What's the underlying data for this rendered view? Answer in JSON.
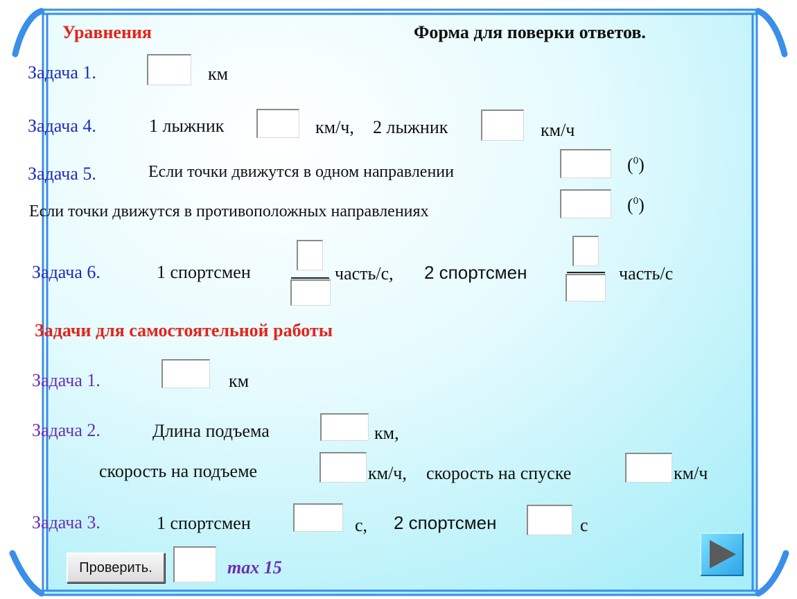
{
  "header": {
    "section_title": "Уравнения",
    "form_title": "Форма для поверки ответов."
  },
  "part1": {
    "task1": {
      "label": "Задача 1.",
      "unit": "км"
    },
    "task4": {
      "label": "Задача 4.",
      "skier1": "1 лыжник",
      "unit1": "км/ч,",
      "skier2": "2 лыжник",
      "unit2": "км/ч"
    },
    "task5": {
      "label": "Задача 5.",
      "same_dir": "Если точки движутся в одном направлении",
      "opposite_dir": "Если точки движутся в противоположных направлениях",
      "deg_open": "(",
      "deg_sup": "0",
      "deg_close": ")"
    },
    "task6": {
      "label": "Задача 6.",
      "sport1": "1 спортсмен",
      "unit1": "часть/с,",
      "sport2": "2 спортсмен",
      "unit2": "часть/с"
    }
  },
  "part2": {
    "title": "Задачи для самостоятельной работы",
    "task1": {
      "label": "Задача 1.",
      "unit": "км"
    },
    "task2": {
      "label": "Задача 2.",
      "climb_length": "Длина подъема",
      "climb_unit": "км,",
      "climb_speed": "скорость на подъеме",
      "climb_speed_unit": "км/ч,",
      "descent_speed": "скорость на спуске",
      "descent_speed_unit": "км/ч"
    },
    "task3": {
      "label": "Задача 3.",
      "sport1": "1 спортсмен",
      "unit1": "с,",
      "sport2": "2 спортсмен",
      "unit2": "с"
    }
  },
  "footer": {
    "check_label": "Проверить.",
    "score_value": "",
    "max_label": "max 15"
  },
  "inputs": {
    "p1_task1": "",
    "p1_task4_a": "",
    "p1_task4_b": "",
    "p1_task5_a": "",
    "p1_task5_b": "",
    "p1_task6_a_num": "",
    "p1_task6_a_den": "",
    "p1_task6_b_num": "",
    "p1_task6_b_den": "",
    "p2_task1": "",
    "p2_task2_len": "",
    "p2_task2_up": "",
    "p2_task2_down": "",
    "p2_task3_a": "",
    "p2_task3_b": ""
  },
  "colors": {
    "frame": "#3a8fe6",
    "panel_light": "#e6fbfe",
    "panel_cyan": "#a9eef8",
    "label_blue": "#1f2db8",
    "label_purple": "#6c2fb3",
    "title_red": "#e3241b"
  },
  "icons": {
    "next": "play-triangle-icon"
  }
}
